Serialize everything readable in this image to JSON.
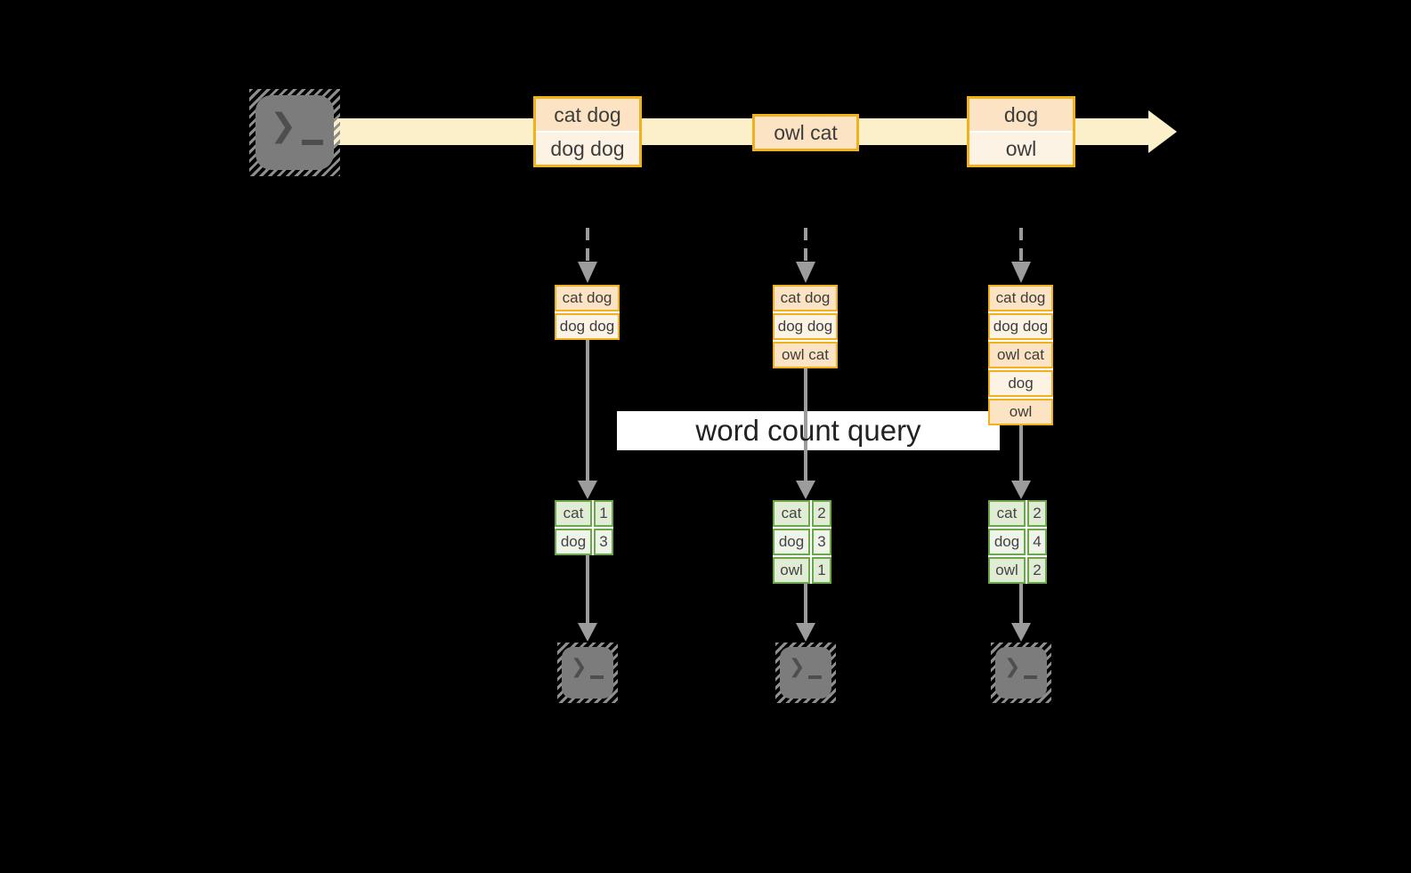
{
  "label": {
    "text": "word count query"
  },
  "icons": {
    "terminal_prompt": "❯"
  },
  "colors": {
    "background": "#000000",
    "stream_band": "#fbf0ca",
    "record_border": "#f0b11d",
    "record_fill_dark": "#fbe3c3",
    "record_fill_light": "#fdf3e4",
    "table_border": "#6ba84c",
    "table_fill_dark": "#e1ecd5",
    "table_fill_light": "#eef4e8",
    "arrow_gray": "#9c9c9c",
    "terminal_gray": "#7c7c7c"
  },
  "stream": {
    "batches": [
      {
        "lines": [
          "cat dog",
          "dog dog"
        ]
      },
      {
        "lines": [
          "owl cat"
        ]
      },
      {
        "lines": [
          "dog",
          "owl"
        ]
      }
    ]
  },
  "columns": [
    {
      "input": [
        "cat dog",
        "dog dog"
      ],
      "counts": [
        {
          "word": "cat",
          "count": "1"
        },
        {
          "word": "dog",
          "count": "3"
        }
      ]
    },
    {
      "input": [
        "cat dog",
        "dog dog",
        "owl cat"
      ],
      "counts": [
        {
          "word": "cat",
          "count": "2"
        },
        {
          "word": "dog",
          "count": "3"
        },
        {
          "word": "owl",
          "count": "1"
        }
      ]
    },
    {
      "input": [
        "cat dog",
        "dog dog",
        "owl cat",
        "dog",
        "owl"
      ],
      "counts": [
        {
          "word": "cat",
          "count": "2"
        },
        {
          "word": "dog",
          "count": "4"
        },
        {
          "word": "owl",
          "count": "2"
        }
      ]
    }
  ]
}
